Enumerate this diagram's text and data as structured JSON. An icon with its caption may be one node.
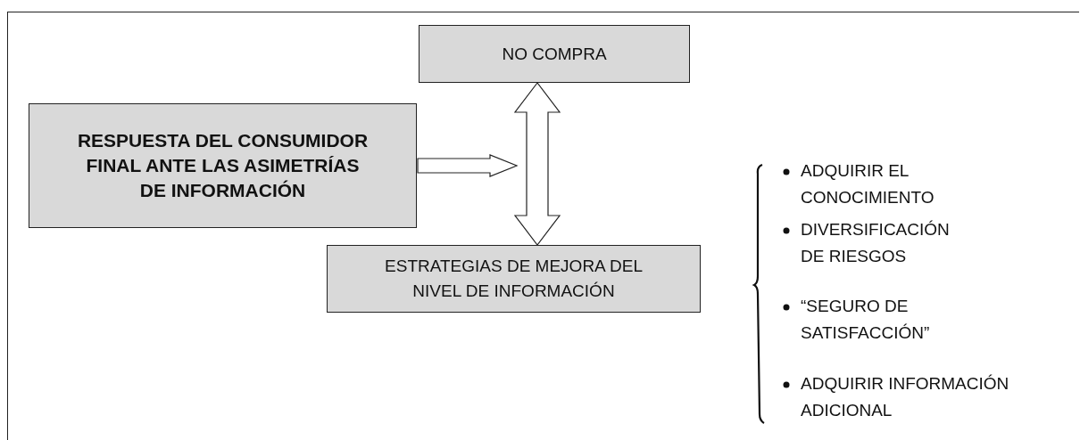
{
  "diagram": {
    "nodes": [
      {
        "text": [
          "NO COMPRA"
        ]
      },
      {
        "text": [
          "RESPUESTA DEL CONSUMIDOR FINAL ANTE LAS ASIMETRÍAS DE INFORMACIÓN"
        ]
      },
      {
        "text": [
          "ESTRATEGIAS DE MEJORA DEL NIVEL DE INFORMACIÓN"
        ]
      }
    ],
    "edges": [
      {
        "from": 1,
        "to": null,
        "arrow": "to"
      },
      {
        "from": 0,
        "to": 2,
        "arrow": "both"
      }
    ],
    "labels": [
      "ADQUIRIR EL CONOCIMIENTO",
      "DIVERSIFICACIÓN DE RIESGOS",
      "“SEGURO DE SATISFACCIÓN”",
      "ADQUIRIR INFORMACIÓN ADICIONAL"
    ]
  }
}
